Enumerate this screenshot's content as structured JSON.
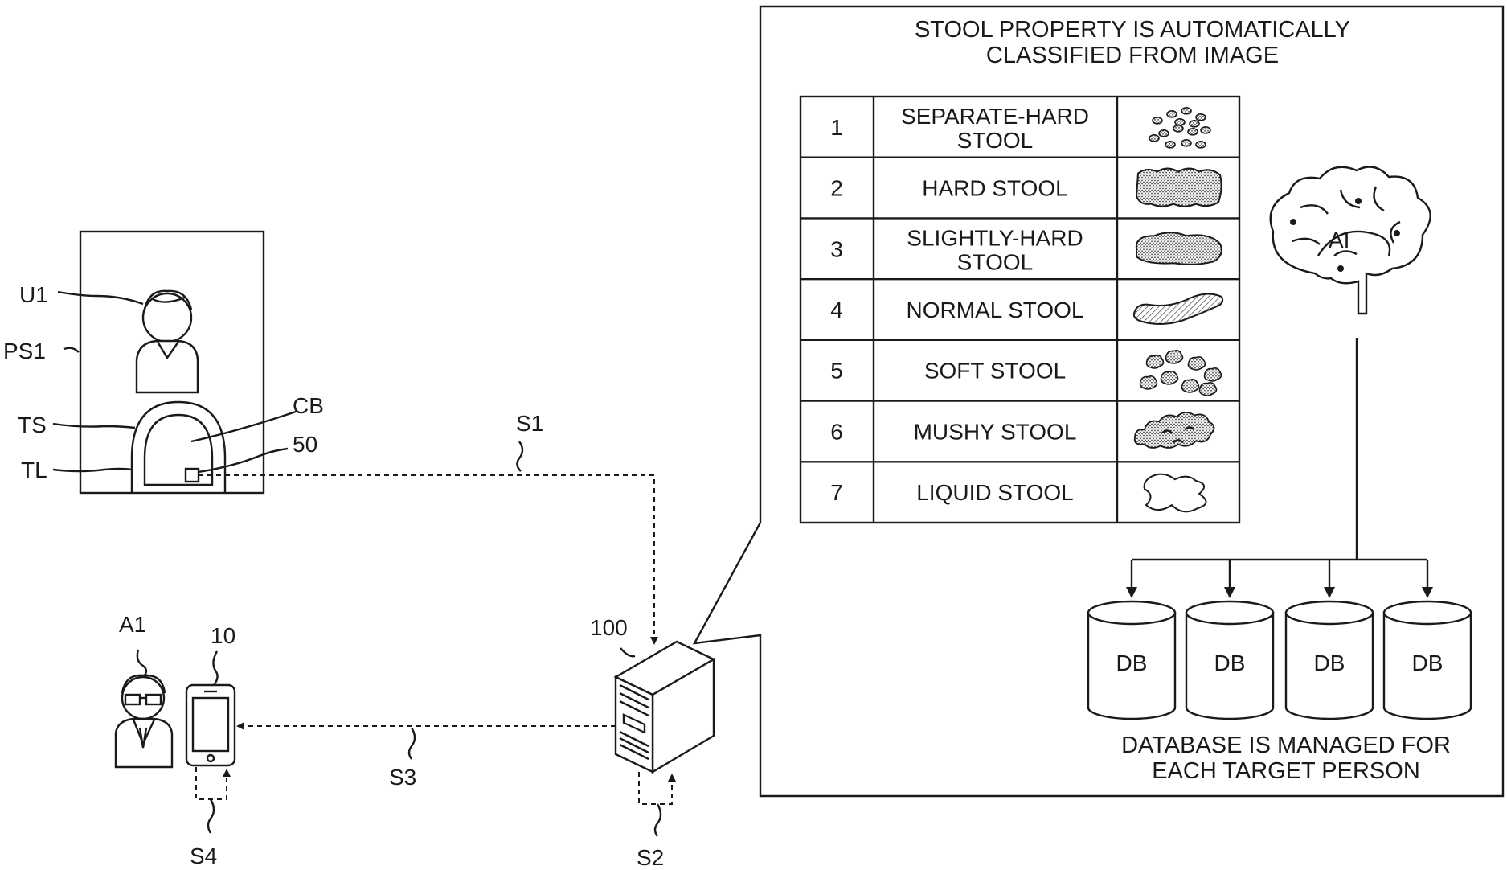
{
  "labels": {
    "u1": "U1",
    "ps1": "PS1",
    "ts": "TS",
    "tl": "TL",
    "cb": "CB",
    "sensor": "50",
    "s1": "S1",
    "s2": "S2",
    "s3": "S3",
    "s4": "S4",
    "a1": "A1",
    "terminal": "10",
    "server": "100",
    "ai": "AI"
  },
  "panel": {
    "title_line1": "STOOL PROPERTY IS AUTOMATICALLY",
    "title_line2": "CLASSIFIED FROM IMAGE",
    "footer_line1": "DATABASE IS MANAGED FOR",
    "footer_line2": "EACH TARGET PERSON"
  },
  "stool_table": [
    {
      "num": "1",
      "line1": "SEPARATE-HARD",
      "line2": "STOOL",
      "icon": "separate-hard-stool-icon"
    },
    {
      "num": "2",
      "line1": "HARD STOOL",
      "line2": "",
      "icon": "hard-stool-icon"
    },
    {
      "num": "3",
      "line1": "SLIGHTLY-HARD",
      "line2": "STOOL",
      "icon": "slightly-hard-stool-icon"
    },
    {
      "num": "4",
      "line1": "NORMAL STOOL",
      "line2": "",
      "icon": "normal-stool-icon"
    },
    {
      "num": "5",
      "line1": "SOFT STOOL",
      "line2": "",
      "icon": "soft-stool-icon"
    },
    {
      "num": "6",
      "line1": "MUSHY STOOL",
      "line2": "",
      "icon": "mushy-stool-icon"
    },
    {
      "num": "7",
      "line1": "LIQUID STOOL",
      "line2": "",
      "icon": "liquid-stool-icon"
    }
  ],
  "databases": [
    "DB",
    "DB",
    "DB",
    "DB"
  ]
}
